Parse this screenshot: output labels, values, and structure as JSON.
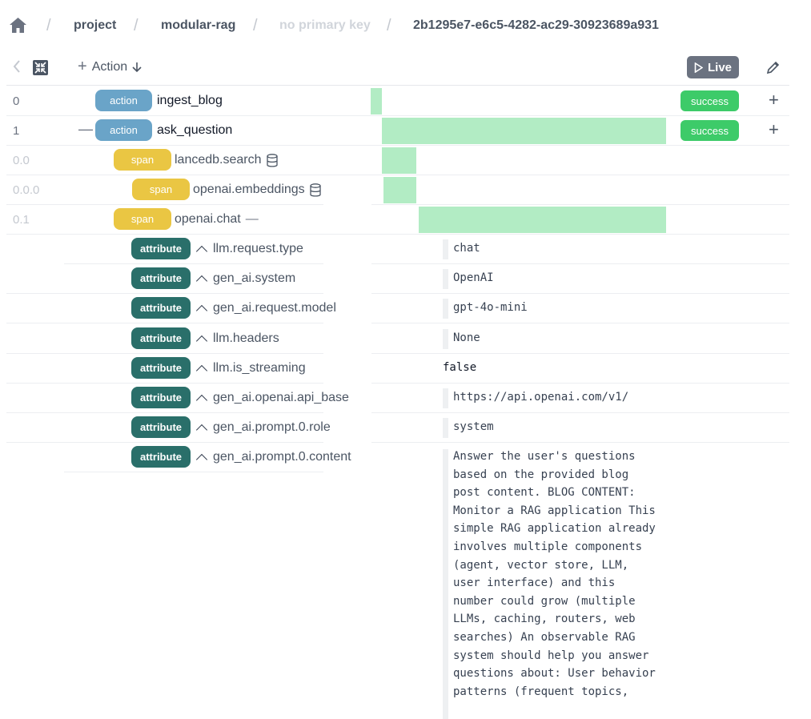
{
  "breadcrumb": {
    "items": [
      "project",
      "modular-rag",
      "no primary key",
      "2b1295e7-e6c5-4282-ac29-30923689a931"
    ]
  },
  "toolbar": {
    "action_label": "Action",
    "live_label": "Live",
    "icons": [
      "chevron-left-icon",
      "collapse-icon",
      "plus-icon",
      "arrow-down-icon",
      "play-icon",
      "pencil-icon"
    ]
  },
  "rows": {
    "r0": {
      "index": "0",
      "type": "action",
      "name": "ingest_blog",
      "status": "success"
    },
    "r1": {
      "index": "1",
      "type": "action",
      "name": "ask_question",
      "status": "success"
    },
    "r2": {
      "index": "0.0",
      "type": "span",
      "name": "lancedb.search"
    },
    "r3": {
      "index": "0.0.0",
      "type": "span",
      "name": "openai.embeddings"
    },
    "r4": {
      "index": "0.1",
      "type": "span",
      "name": "openai.chat"
    }
  },
  "attributes": [
    {
      "type": "attribute",
      "key": "llm.request.type",
      "value": "chat"
    },
    {
      "type": "attribute",
      "key": "gen_ai.system",
      "value": "OpenAI"
    },
    {
      "type": "attribute",
      "key": "gen_ai.request.model",
      "value": "gpt-4o-mini"
    },
    {
      "type": "attribute",
      "key": "llm.headers",
      "value": "None"
    },
    {
      "type": "attribute",
      "key": "llm.is_streaming",
      "value": "false"
    },
    {
      "type": "attribute",
      "key": "gen_ai.openai.api_base",
      "value": "https://api.openai.com/v1/"
    },
    {
      "type": "attribute",
      "key": "gen_ai.prompt.0.role",
      "value": "system"
    },
    {
      "type": "attribute",
      "key": "gen_ai.prompt.0.content",
      "value": "Answer the user's questions based on the provided blog post content. BLOG CONTENT: Monitor a RAG application This simple RAG application already involves multiple components (agent, vector store, LLM, user interface) and this number could grow (multiple LLMs, caching, routers, web searches) An observable RAG system should help you answer questions about: User behavior patterns (frequent topics,"
    }
  ],
  "colors": {
    "action_pill": "#6aa4c8",
    "span_pill": "#eac643",
    "attribute_pill": "#2a6f6a",
    "success": "#3dcb69",
    "timeline_bar": "#b2ecc4",
    "live_button": "#6b7280"
  }
}
